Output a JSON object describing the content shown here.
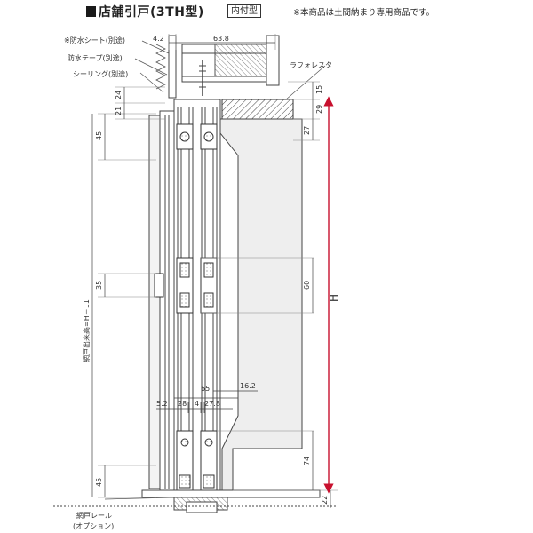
{
  "header": {
    "title": "店舗引戸(3TH型)",
    "badge": "内付型",
    "note": "※本商品は土間納まり専用商品です。"
  },
  "labels": {
    "waterproof_sheet": "※防水シート(別途)",
    "waterproof_tape": "防水テープ(別途)",
    "sealing": "シーリング(別途)",
    "lafforesta": "ラフォレスタ",
    "screen_height": "網戸出来高=H－11",
    "screen_rail_1": "網戸レール",
    "screen_rail_2": "(オプション)",
    "height": "H"
  },
  "dimensions": {
    "d_4_2": "4.2",
    "d_63_8": "63.8",
    "d_15": "15",
    "d_24": "24",
    "d_21": "21",
    "d_29": "29",
    "d_27": "27",
    "d_45_top": "45",
    "d_35": "35",
    "d_60": "60",
    "d_65": "65",
    "d_16_2": "16.2",
    "d_5_2": "5.2",
    "d_28": "28",
    "d_4": "4",
    "d_27_8": "27.8",
    "d_74": "74",
    "d_45_bottom": "45",
    "d_22": "22"
  },
  "colors": {
    "h_arrow": "#c8102e",
    "wall_fill": "#eeeeee",
    "line": "#444444"
  }
}
